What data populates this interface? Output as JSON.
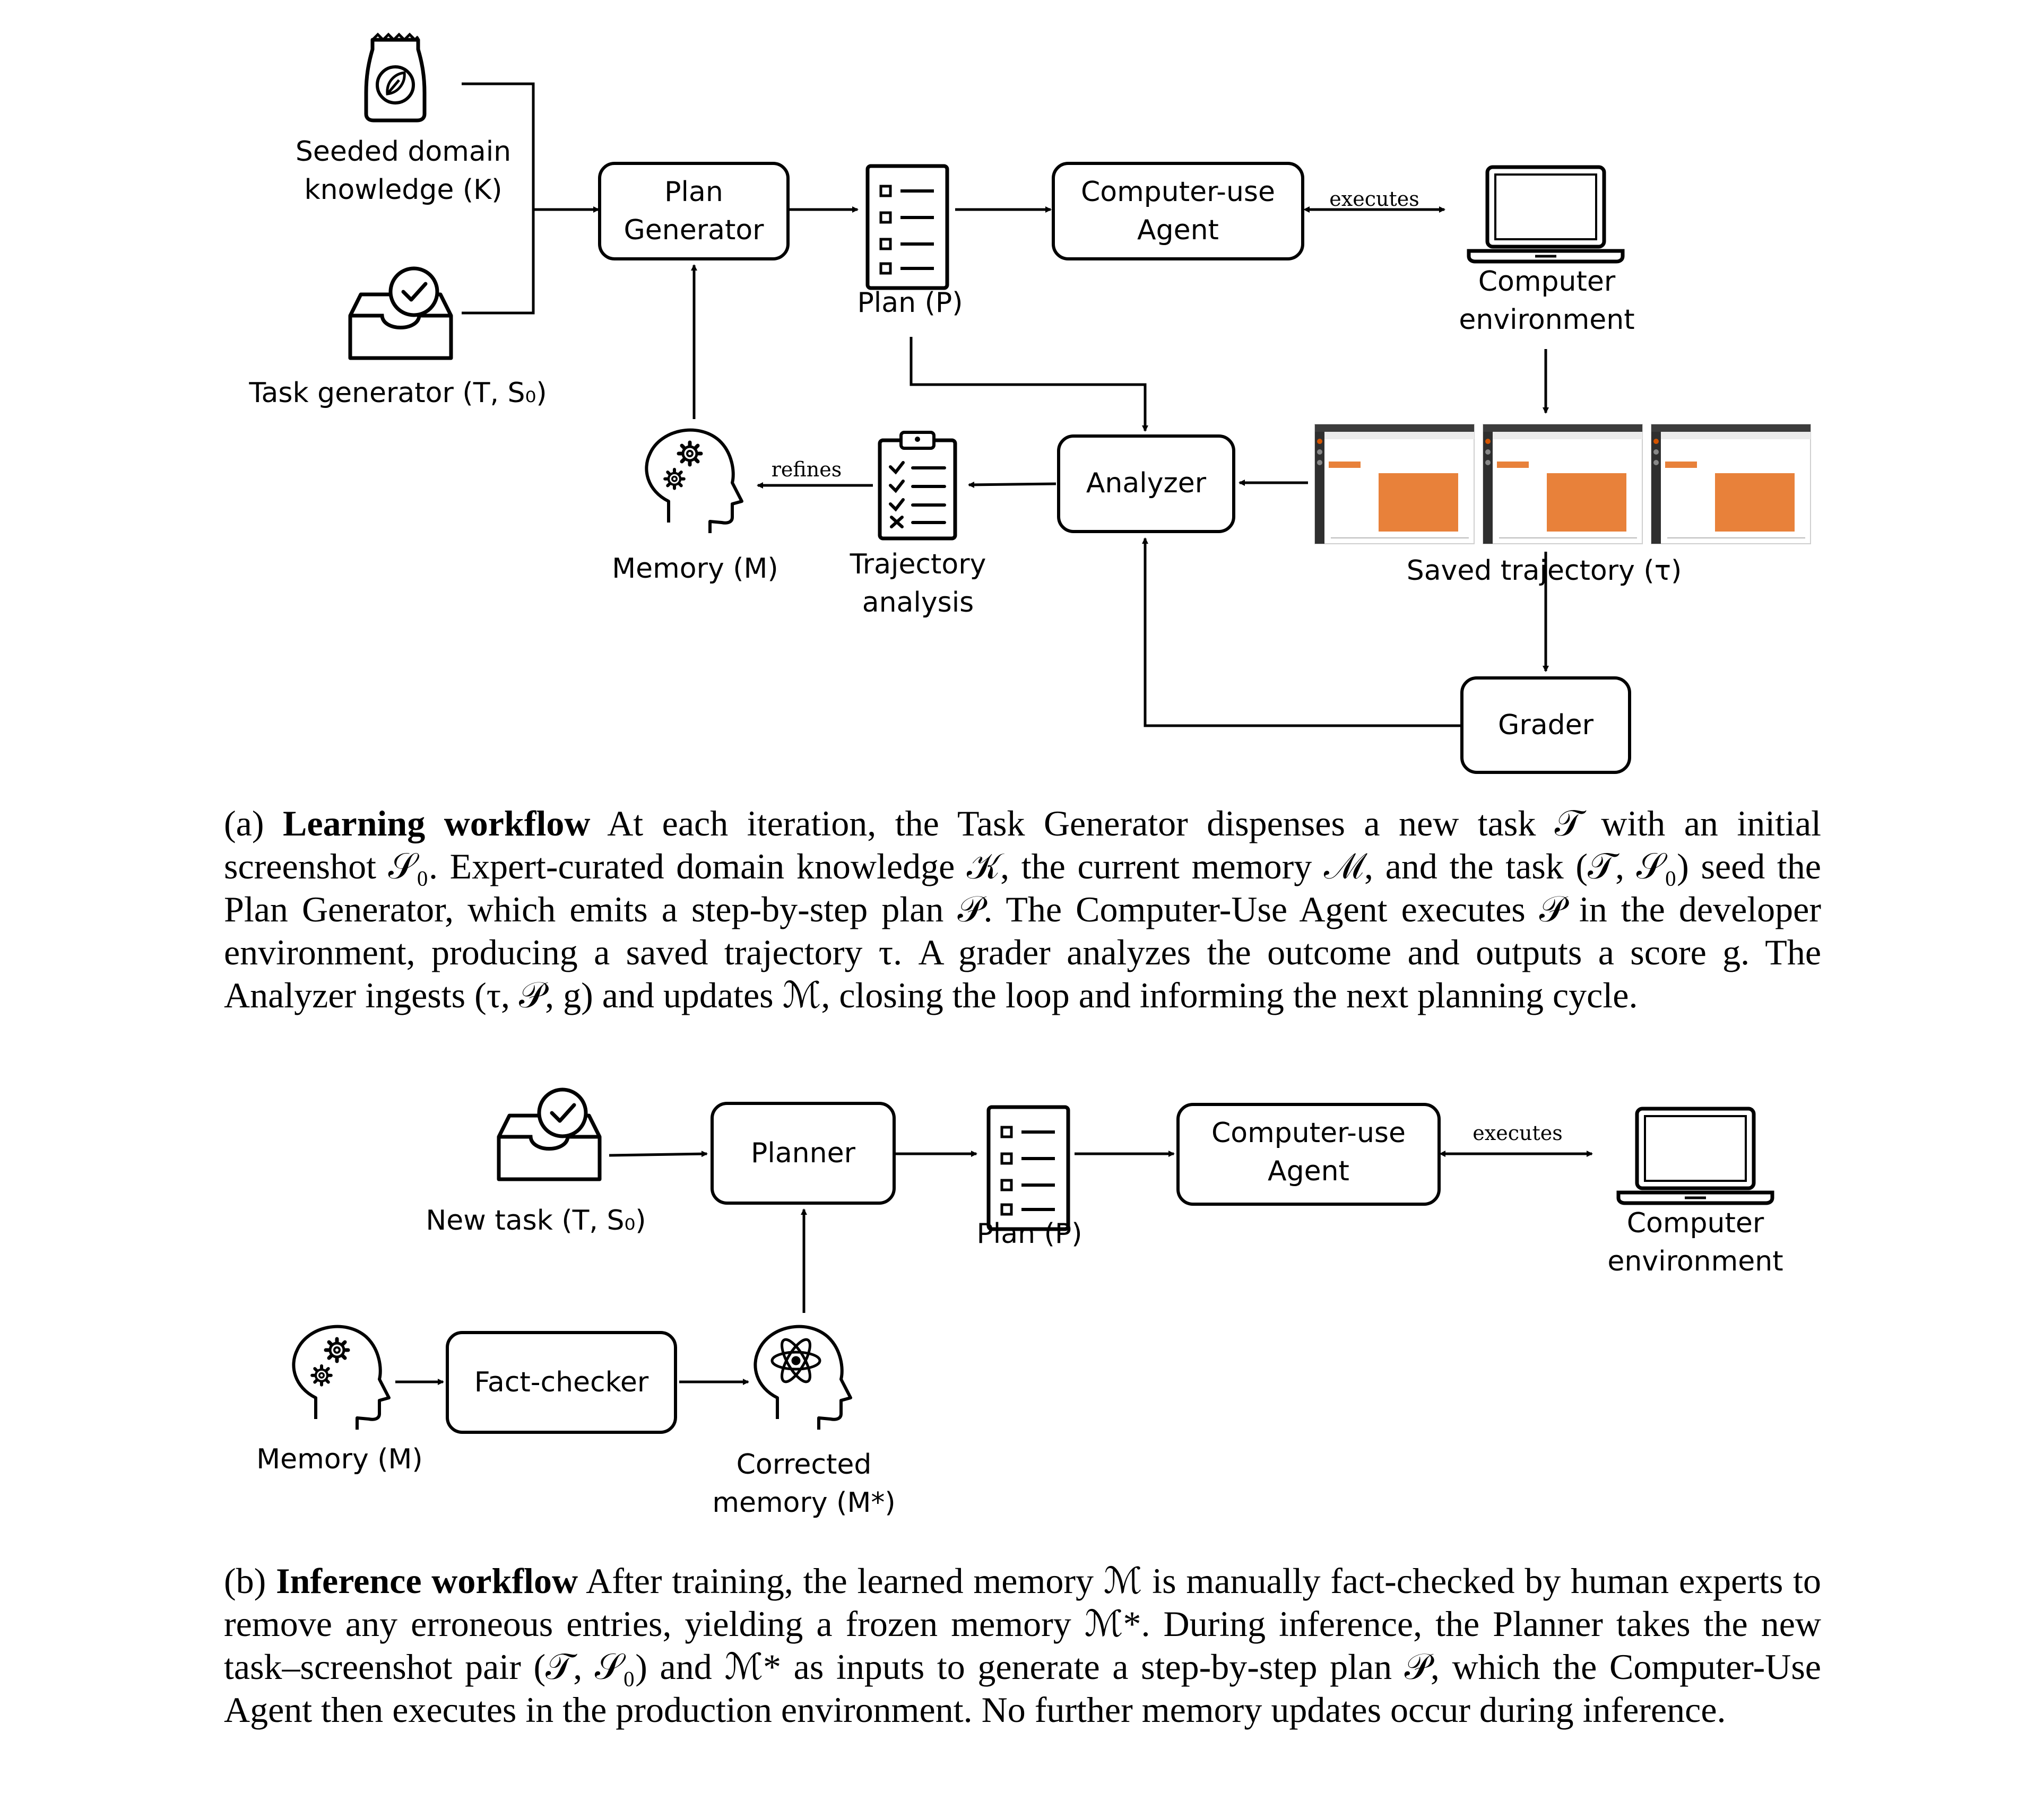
{
  "learning": {
    "nodes": {
      "knowledge": "Seeded domain\nknowledge (K)",
      "task_generator": "Task generator (T, S₀)",
      "plan_generator": "Plan\nGenerator",
      "plan": "Plan (P)",
      "agent": "Computer-use\nAgent",
      "computer": "Computer\nenvironment",
      "analyzer": "Analyzer",
      "memory": "Memory (M)",
      "trajectory_analysis": "Trajectory\nanalysis",
      "saved_trajectory": "Saved trajectory (τ)",
      "grader": "Grader"
    },
    "edges": {
      "executes": "executes",
      "refines": "refines"
    },
    "caption": {
      "label": "(a)",
      "title": "Learning workflow",
      "text": "At each iteration, the Task Generator dispenses a new task 𝒯 with an initial screenshot 𝒮₀. Expert-curated domain knowledge 𝒦, the current memory ℳ, and the task (𝒯, 𝒮₀) seed the Plan Generator, which emits a step-by-step plan 𝒫. The Computer-Use Agent executes 𝒫 in the developer environment, producing a saved trajectory τ. A grader analyzes the outcome and outputs a score g. The Analyzer ingests (τ, 𝒫, g) and updates ℳ, closing the loop and informing the next planning cycle."
    }
  },
  "inference": {
    "nodes": {
      "new_task": "New task (T, S₀)",
      "planner": "Planner",
      "plan": "Plan (P)",
      "agent": "Computer-use\nAgent",
      "computer": "Computer\nenvironment",
      "memory": "Memory (M)",
      "fact_checker": "Fact-checker",
      "corrected_memory": "Corrected\nmemory (M*)"
    },
    "edges": {
      "executes": "executes"
    },
    "caption": {
      "label": "(b)",
      "title": "Inference workflow",
      "text": "After training, the learned memory ℳ is manually fact-checked by human experts to remove any erroneous entries, yielding a frozen memory ℳ*. During inference, the Planner takes the new task–screenshot pair (𝒯, 𝒮₀) and ℳ* as inputs to generate a step-by-step plan 𝒫, which the Computer-Use Agent then executes in the production environment. No further memory updates occur during inference."
    }
  },
  "colors": {
    "screenshot_accent": "#e8813a",
    "screenshot_dark": "#2f2f2f",
    "stroke": "#000000"
  }
}
